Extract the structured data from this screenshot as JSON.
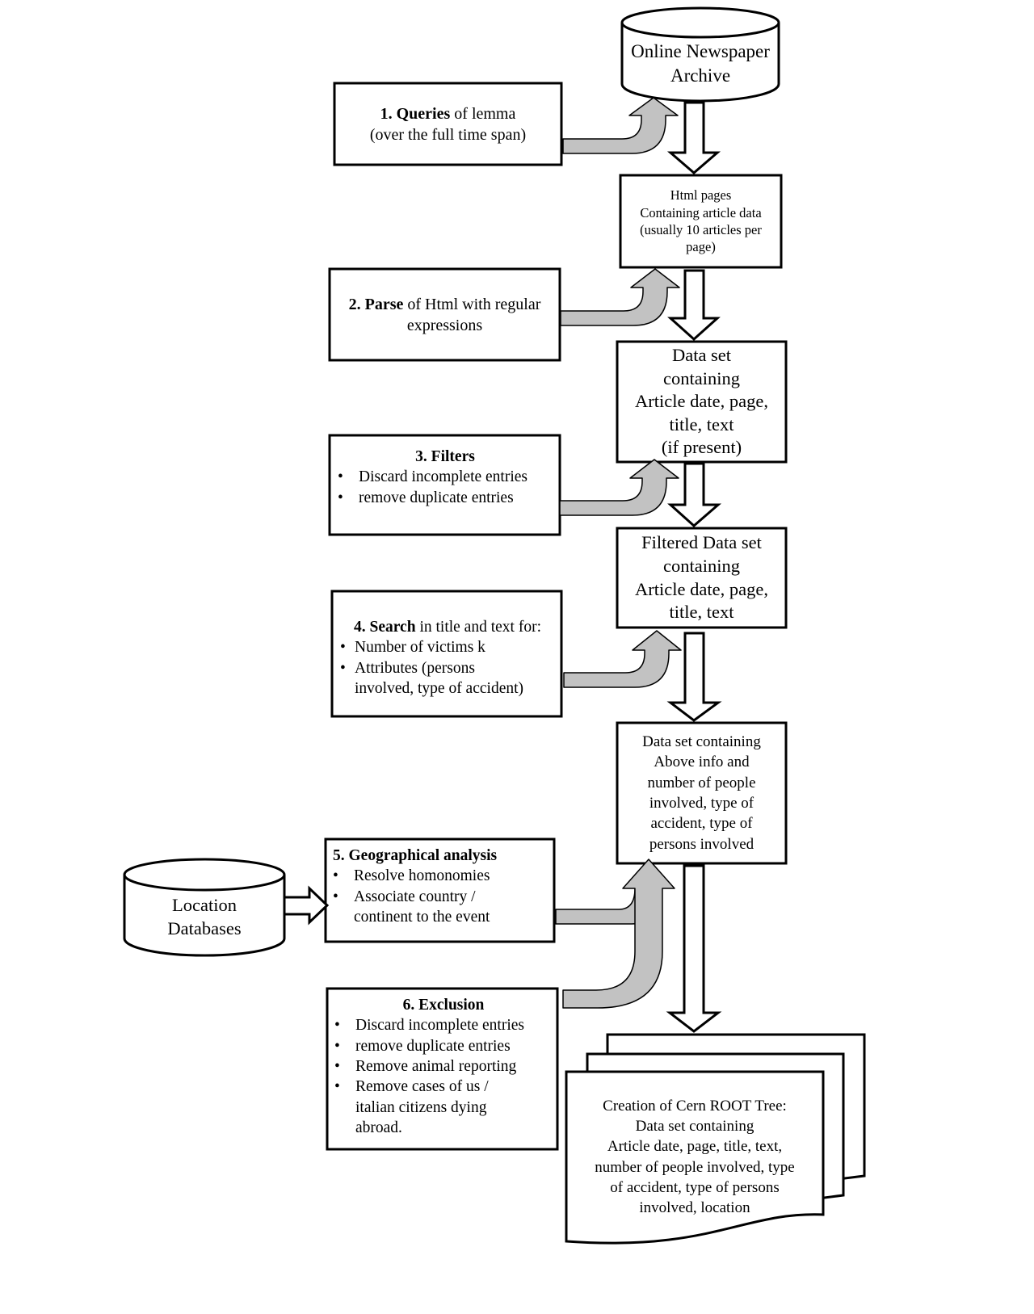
{
  "archive": {
    "lines": [
      "Online Newspaper",
      "Archive"
    ]
  },
  "html_pages": {
    "lines": [
      "Html pages",
      "Containing article data",
      "(usually 10 articles per",
      "page)"
    ]
  },
  "dataset1": {
    "lines": [
      "Data set",
      "containing",
      "Article date, page,",
      "title, text",
      "(if present)"
    ]
  },
  "dataset2": {
    "lines": [
      "Filtered Data set",
      "containing",
      "Article date, page,",
      "title, text"
    ]
  },
  "dataset3": {
    "lines": [
      "Data set containing",
      "Above info and",
      "number of people",
      "involved, type of",
      "accident, type of",
      "persons involved"
    ]
  },
  "location_db": {
    "lines": [
      "Location",
      "Databases"
    ]
  },
  "root_tree": {
    "lines": [
      "Creation of Cern ROOT Tree:",
      "Data set containing",
      "Article date, page, title, text,",
      "number of people involved, type",
      "of accident, type of persons",
      "involved, location"
    ]
  },
  "step1": {
    "bold": "1. Queries",
    "rest": " of lemma",
    "line2": "(over the full time span)"
  },
  "step2": {
    "bold": "2. Parse",
    "rest": " of Html with regular",
    "line2": "expressions"
  },
  "step3": {
    "title": "3. Filters",
    "bullet": "•",
    "items": [
      "Discard incomplete entries",
      "remove duplicate entries"
    ]
  },
  "step4": {
    "bold": "4. Search",
    "rest": " in title and text for:",
    "bullet": "•",
    "item1": "Number of victims k",
    "item2": "Attributes (persons",
    "item2_cont": "involved, type of accident)"
  },
  "step5": {
    "title": "5. Geographical analysis",
    "bullet": "•",
    "item1": "Resolve homonomies",
    "item2": "Associate country /",
    "item2_cont": "continent to the event"
  },
  "step6": {
    "title": "6. Exclusion",
    "bullet": "•",
    "item1": "Discard incomplete entries",
    "item2": "remove duplicate entries",
    "item3": "Remove animal  reporting",
    "item4": "Remove cases of us /",
    "item4_cont1": "italian citizens dying",
    "item4_cont2": "abroad."
  }
}
